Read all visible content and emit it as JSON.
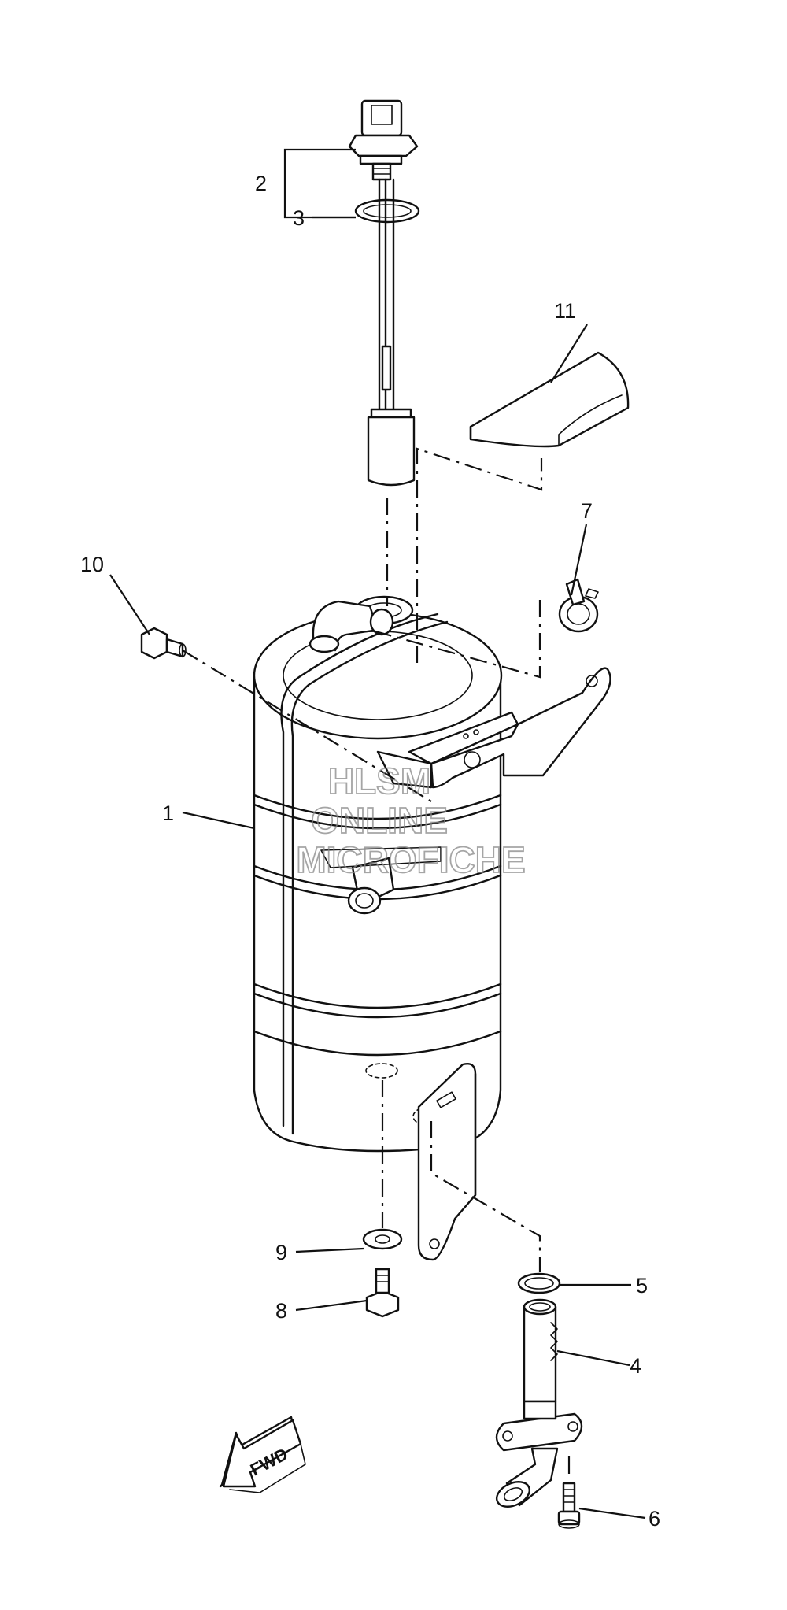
{
  "callouts": [
    {
      "id": "1",
      "label": "1"
    },
    {
      "id": "2",
      "label": "2"
    },
    {
      "id": "3",
      "label": "3"
    },
    {
      "id": "4",
      "label": "4"
    },
    {
      "id": "5",
      "label": "5"
    },
    {
      "id": "6",
      "label": "6"
    },
    {
      "id": "7",
      "label": "7"
    },
    {
      "id": "8",
      "label": "8"
    },
    {
      "id": "9",
      "label": "9"
    },
    {
      "id": "10",
      "label": "10"
    },
    {
      "id": "11",
      "label": "11"
    }
  ],
  "watermark": {
    "line1": "HLSM",
    "line2": "ONLINE",
    "line3": "MICROFICHE"
  },
  "direction_arrow": {
    "label": "FWD"
  }
}
